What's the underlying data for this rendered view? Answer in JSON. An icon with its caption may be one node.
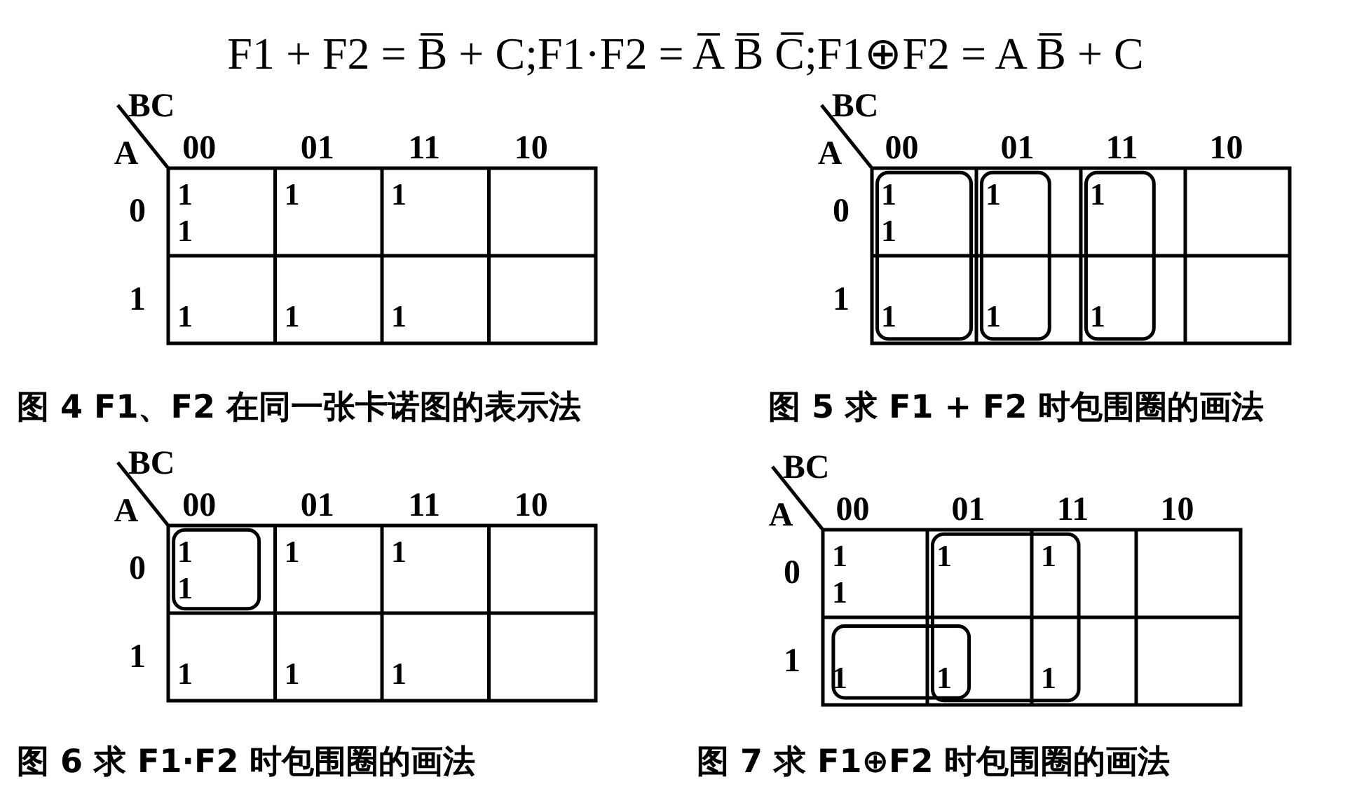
{
  "diagram": {
    "title": "F1 + F2 = B̅ + C;F1·F2 = A̅ B̅ C̅;F1⊕F2 = A B̅ + C",
    "labels": [
      "BC",
      "A",
      "00",
      "01",
      "11",
      "10",
      "0",
      "1",
      "1",
      "1",
      "1",
      "1",
      "1",
      "1",
      "1",
      "图 4 F1、F2 在同一张卡诺图的表示法",
      "BC",
      "A",
      "00",
      "01",
      "11",
      "10",
      "0",
      "1",
      "1",
      "1",
      "1",
      "1",
      "1",
      "1",
      "1",
      "图 5 求 F1 + F2 时包围圈的画法",
      "BC",
      "A",
      "00",
      "01",
      "11",
      "10",
      "0",
      "1",
      "1",
      "1",
      "1",
      "1",
      "1",
      "1",
      "1",
      "图 6 求 F1·F2 时包围圈的画法",
      "BC",
      "A",
      "00",
      "01",
      "11",
      "10",
      "0",
      "1",
      "1",
      "1",
      "1",
      "1",
      "1",
      "1",
      "1",
      "图 7 求 F1⊕F2 时包围圈的画法"
    ]
  }
}
